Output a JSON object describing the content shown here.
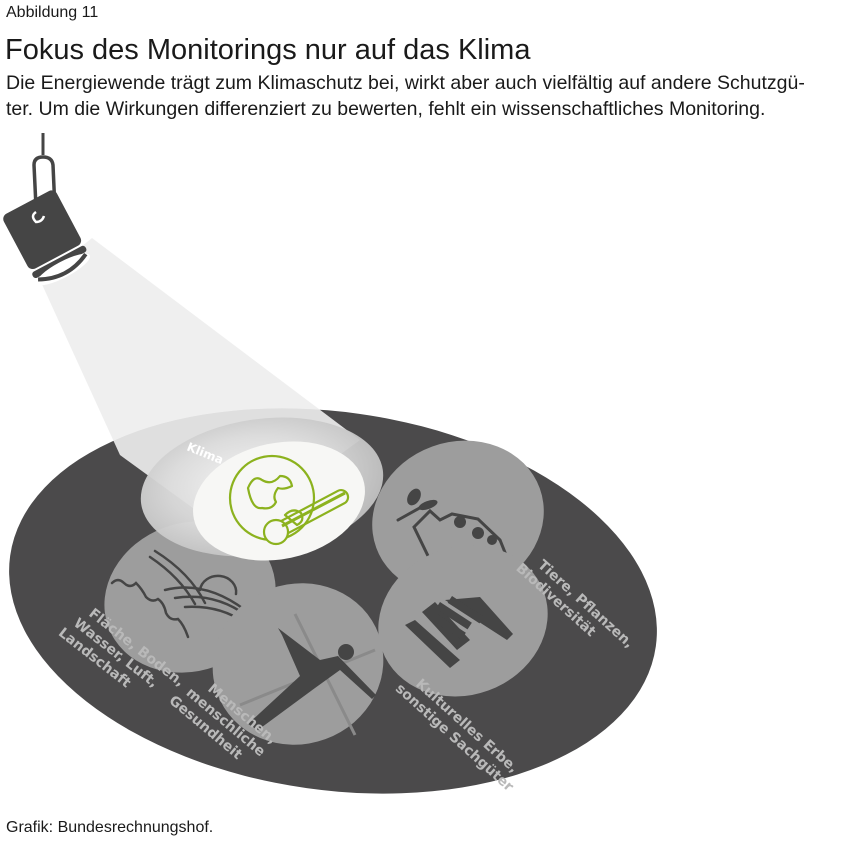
{
  "figure": {
    "label": "Abbildung 11",
    "title": "Fokus des Monitorings nur auf das Klima",
    "subtitle_lines": [
      "Die Energiewende trägt zum Klimaschutz bei, wirkt aber auch vielfältig auf andere Schutzgü-",
      "ter. Um die Wirkungen differenziert zu bewerten, fehlt ein wissenschaftliches Monitoring."
    ],
    "source": "Grafik: Bundesrechnungshof."
  },
  "diagram": {
    "spotlight_icon": "spotlight-icon",
    "focus": {
      "label": "Klima",
      "icon": "globe-thermometer-icon",
      "accent_color": "#8cb21e"
    },
    "items": [
      {
        "lines": [
          "Tiere, Pflanzen,",
          "Biodiversität"
        ],
        "icon": "plant-cow-icon"
      },
      {
        "lines": [
          "Fläche, Boden,",
          "Wasser, Luft,",
          "Landschaft"
        ],
        "icon": "landscape-water-icon"
      },
      {
        "lines": [
          "Kulturelles Erbe,",
          "sonstige Sachgüter"
        ],
        "icon": "temple-icon"
      },
      {
        "lines": [
          "Menschen,",
          "menschliche",
          "Gesundheit"
        ],
        "icon": "human-figure-icon"
      }
    ],
    "colors": {
      "disc": "#4b4a4b",
      "item_circle": "#9d9d9d",
      "icon_dark": "#454545",
      "beam": "#e6e6e6",
      "label": "#b9b9b9"
    }
  }
}
